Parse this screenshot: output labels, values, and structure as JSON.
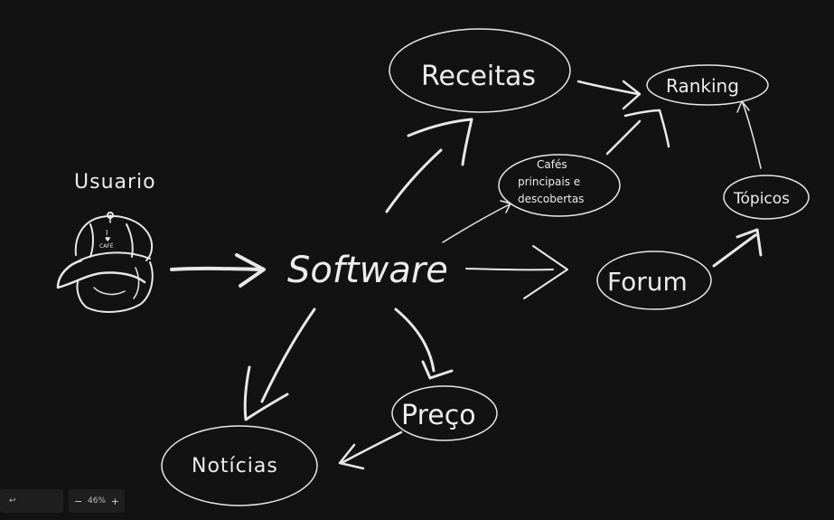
{
  "diagram": {
    "nodes": {
      "usuario": "Usuario",
      "cap_line1": "I",
      "cap_line2": "♥",
      "cap_line3": "CAFÉ",
      "software": "Software",
      "receitas": "Receitas",
      "ranking": "Ranking",
      "cafes_line1": "Cafés",
      "cafes_line2": "principais e",
      "cafes_line3": "descobertas",
      "topicos": "Tópicos",
      "forum": "Forum",
      "preco": "Preço",
      "noticias": "Notícias"
    }
  },
  "toolbar": {
    "undo_icon": "↩",
    "zoom_out": "−",
    "zoom_level": "46%",
    "zoom_in": "+"
  },
  "colors": {
    "background": "#121212",
    "ink": "#e8e8e8"
  }
}
